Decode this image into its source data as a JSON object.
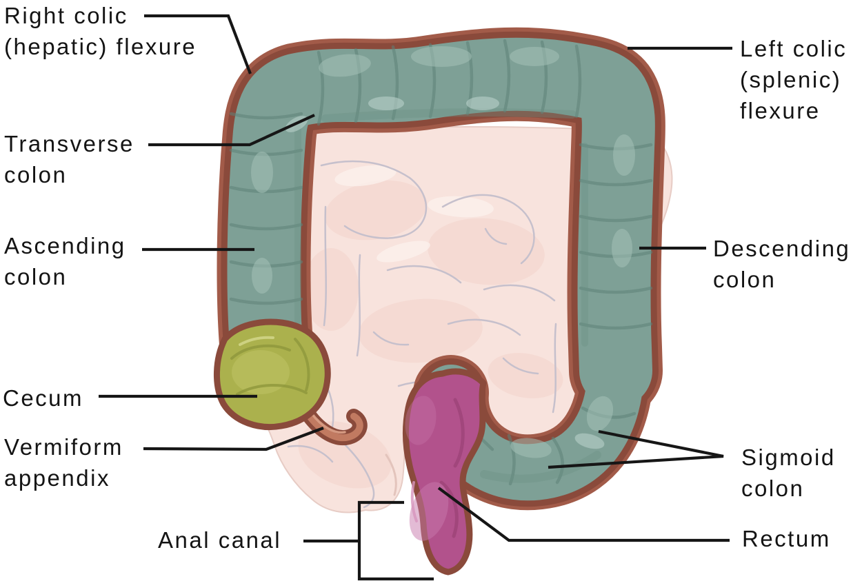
{
  "figure": {
    "title": "Large intestine anatomy diagram",
    "background_color": "#ffffff",
    "palette": {
      "colon_fill": "#7EA096",
      "colon_outline": "#8A4A3B",
      "colon_outline_light": "#A25B49",
      "colon_shadow": "#6A8F85",
      "colon_highlight": "#A9C4BB",
      "cecum_fill": "#ABB14D",
      "cecum_shadow": "#8F983C",
      "cecum_highlight": "#C3C86B",
      "rectum_fill": "#B2528C",
      "rectum_shadow": "#9A4175",
      "rectum_highlight": "#C877AB",
      "appendix_fill": "#C17A61",
      "small_intestine_fill": "#F8E3DD",
      "small_intestine_shadow": "#F3D4CB",
      "fold_line_color": "#C6C0CC",
      "leader_line_color": "#161616",
      "label_text_color": "#141414"
    },
    "labels": {
      "right_colic_flexure": "Right colic\n(hepatic) flexure",
      "transverse_colon": "Transverse\ncolon",
      "ascending_colon": "Ascending\ncolon",
      "cecum": "Cecum",
      "vermiform_appendix": "Vermiform\nappendix",
      "anal_canal": "Anal canal",
      "left_colic_flexure": "Left colic\n(splenic)\nflexure",
      "descending_colon": "Descending\ncolon",
      "sigmoid_colon": "Sigmoid\ncolon",
      "rectum": "Rectum"
    }
  }
}
